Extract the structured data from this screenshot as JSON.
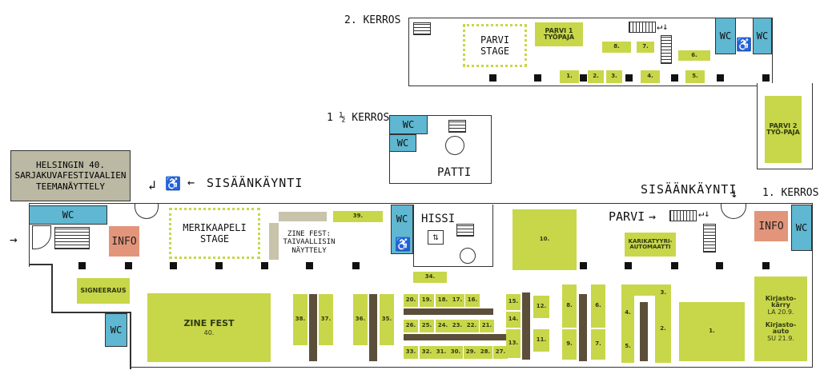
{
  "floors": {
    "second": "2. KERROS",
    "one_half": "1 ½ KERROS",
    "first": "1. KERROS"
  },
  "labels": {
    "entrance_left": "SISÄÄNKÄYNTI",
    "entrance_right": "SISÄÄNKÄYNTI",
    "parvi": "PARVI",
    "hissi": "HISSI",
    "patti": "PATTI",
    "exhibition": "HELSINGIN 40. SARJAKUVAFESTIVAALIEN TEEMANÄYTTELY",
    "merikaapeli_stage": "MERIKAAPELI STAGE",
    "zine_fest_exhibition": "ZINE FEST: TAIVAALLISIN NÄYTTELY",
    "parvi_stage": "PARVI STAGE",
    "parvi_workshop_1": "PARVI 1 TYÖPAJA",
    "parvi_workshop_2": "PARVI 2 TYÖ-PAJA",
    "signeeraus": "SIGNEERAUS",
    "zine_fest": "ZINE FEST",
    "zine_fest_no": "40.",
    "karikatyyri": "KARIKATYYRI-AUTOMAATTI",
    "kirjastokarry": "Kirjasto-kärry",
    "kirjastokarry_date": "LA 20.9.",
    "kirjastoauto": "Kirjasto-auto",
    "kirjastoauto_date": "SU 21.9.",
    "wc": "WC",
    "info": "INFO"
  },
  "stands": {
    "s1": "1.",
    "s2": "2.",
    "s3": "3.",
    "s4": "4.",
    "s5": "5.",
    "s6": "6.",
    "s7": "7.",
    "s8": "8.",
    "s9": "9.",
    "s10": "10.",
    "s11": "11.",
    "s12": "12.",
    "s13": "13.",
    "s14": "14.",
    "s15": "15.",
    "s20": "20.",
    "s19": "19.",
    "s18": "18.",
    "s17": "17.",
    "s16": "16.",
    "s26": "26.",
    "s25": "25.",
    "s24": "24.",
    "s23": "23.",
    "s22": "22.",
    "s21": "21.",
    "s33": "33.",
    "s32": "32.",
    "s31": "31.",
    "s30": "30.",
    "s29": "29.",
    "s28": "28.",
    "s27": "27.",
    "s34": "34.",
    "s35": "35.",
    "s36": "36.",
    "s37": "37.",
    "s38": "38.",
    "s39": "39.",
    "p1": "1.",
    "p2": "2.",
    "p3": "3.",
    "p4": "4.",
    "p5": "5.",
    "p6": "6.",
    "p7": "7.",
    "p8": "8."
  },
  "colors": {
    "stand": "#c8d64a",
    "wc": "#5fb7d1",
    "info": "#e2957a",
    "exhibition": "#bbb8a3",
    "divider": "#5b4f3a"
  }
}
